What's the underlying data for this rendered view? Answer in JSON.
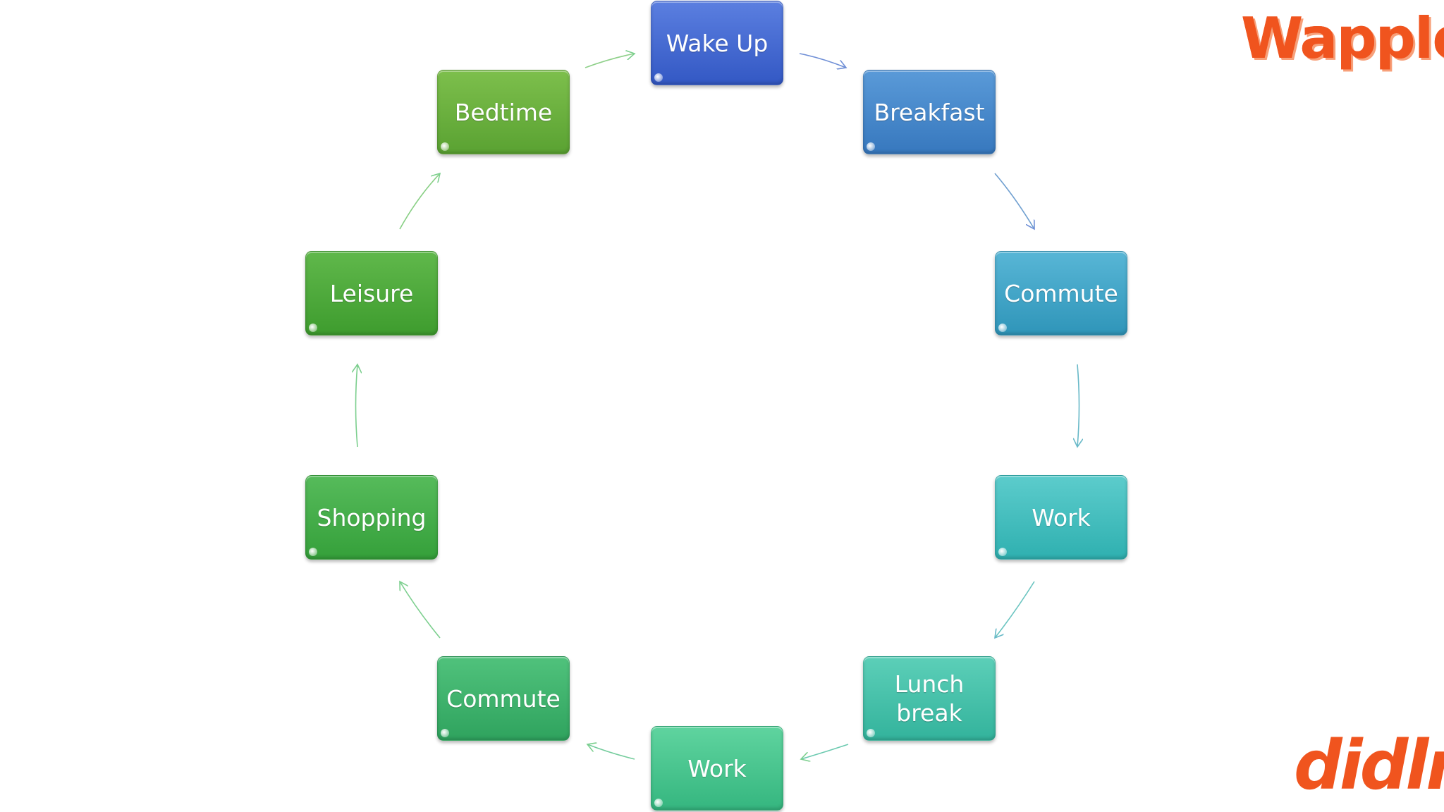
{
  "diagram": {
    "steps": [
      {
        "label": "Wake Up"
      },
      {
        "label": "Breakfast"
      },
      {
        "label": "Commute"
      },
      {
        "label": "Work"
      },
      {
        "label": "Lunch\nbreak"
      },
      {
        "label": "Work"
      },
      {
        "label": "Commute"
      },
      {
        "label": "Shopping"
      },
      {
        "label": "Leisure"
      },
      {
        "label": "Bedtime"
      }
    ]
  },
  "logos": {
    "top_right": "Wapple",
    "bottom_right": "didlr"
  },
  "colors": {
    "arrow_blue": "#6f8fd6",
    "arrow_teal": "#69b9c8",
    "arrow_green": "#7ccf8e"
  }
}
